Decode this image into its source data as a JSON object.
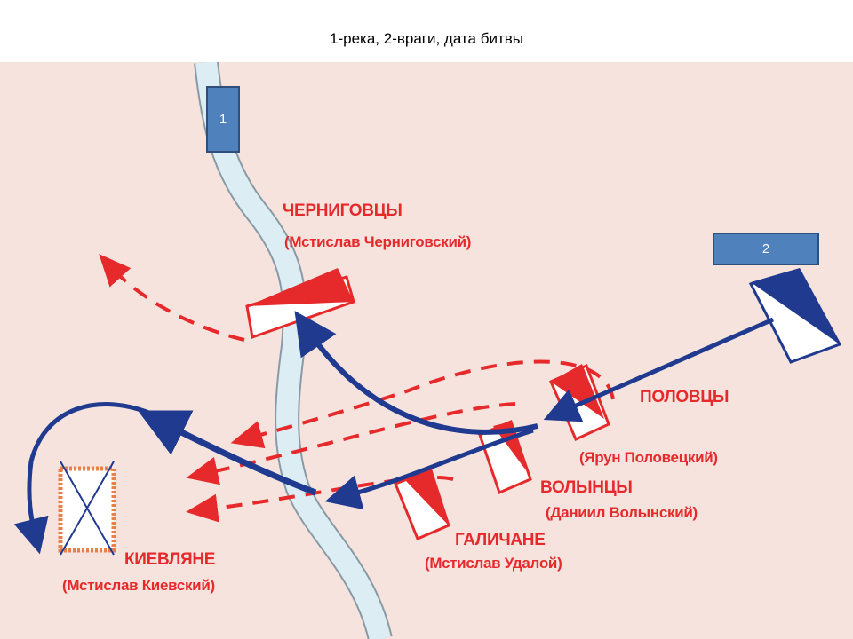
{
  "slide_title": "1-река, 2-враги, дата битвы",
  "markers": {
    "river": "1",
    "enemies": "2"
  },
  "labels": {
    "chernigov": "ЧЕРНИГОВЦЫ",
    "chernigov_leader": "(Мстислав Черниговский)",
    "polovtsy": "ПОЛОВЦЫ",
    "polovtsy_leader": "(Ярун Половецкий)",
    "volyn": "ВОЛЫНЦЫ",
    "volyn_leader": "(Даниил Волынский)",
    "galich": "ГАЛИЧАНЕ",
    "galich_leader": "(Мстислав Удалой)",
    "kiev": "КИЕВЛЯНЕ",
    "kiev_leader": "(Мстислав Киевский)"
  },
  "colors": {
    "russian": "#e62a2c",
    "mongol": "#1f3a8f",
    "river": "#dcedf4",
    "marker": "#4f81bd"
  }
}
